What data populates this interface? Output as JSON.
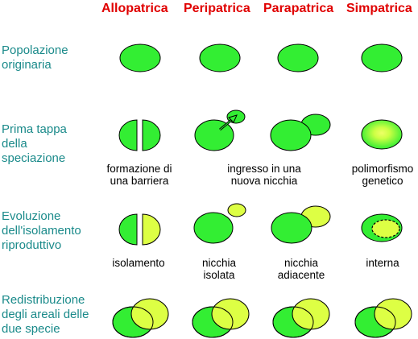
{
  "headers": [
    "Allopatrica",
    "Peripatrica",
    "Parapatrica",
    "Simpatrica"
  ],
  "rows": [
    {
      "label": "Popolazione\noriginaria"
    },
    {
      "label": "Prima tappa\ndella\nspeciazione"
    },
    {
      "label": "Evoluzione\ndell'isolamento\nriproduttivo"
    },
    {
      "label": "Redistribuzione\ndegli areali delle\ndue specie"
    }
  ],
  "captions_stage2": [
    "formazione di\nuna barriera",
    "ingresso in una\nnuova nicchia",
    "polimorfismo\ngenetico"
  ],
  "captions_stage3": [
    "isolamento",
    "nicchia\nisolata",
    "nicchia\nadiacente",
    "interna"
  ],
  "colors": {
    "green": "#33ee33",
    "yellow": "#ddff44",
    "header_red": "#e00000",
    "label_teal": "#1a8a8a"
  }
}
